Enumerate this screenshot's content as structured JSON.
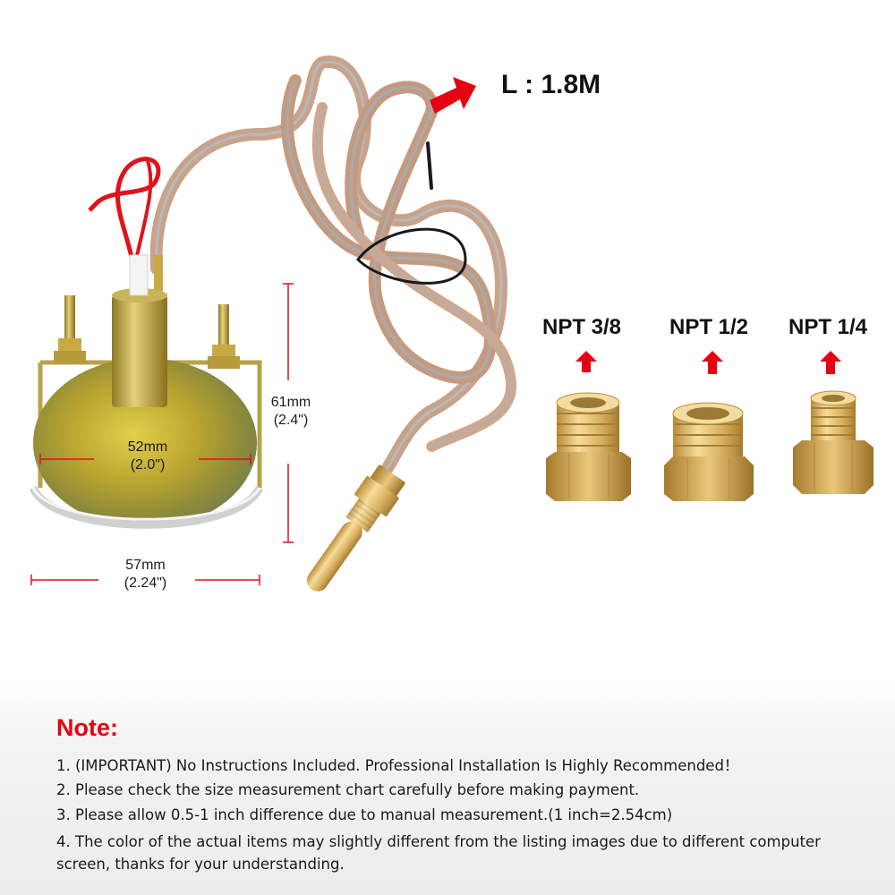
{
  "header": {
    "length_label": "L : 1.8M"
  },
  "dimensions": {
    "height_mm": "61mm",
    "height_in": "(2.4\")",
    "face_mm": "52mm",
    "face_in": "(2.0\")",
    "width_mm": "57mm",
    "width_in": "(2.24\")"
  },
  "adapters": [
    {
      "label": "NPT 3/8"
    },
    {
      "label": "NPT 1/2"
    },
    {
      "label": "NPT 1/4"
    }
  ],
  "notes": {
    "title": "Note:",
    "items": [
      "1. (IMPORTANT) No Instructions Included. Professional Installation Is Highly Recommended！",
      "2. Please check the size measurement chart carefully before making payment.",
      "3. Please allow 0.5-1 inch difference due to manual measurement.(1 inch=2.54cm)",
      "4. The color of the actual items may slightly different from the listing images due to different computer screen, thanks for your understanding."
    ]
  },
  "colors": {
    "accent": "#e60012",
    "brass": "#d9b45a",
    "gauge_body": "#b8a838"
  }
}
